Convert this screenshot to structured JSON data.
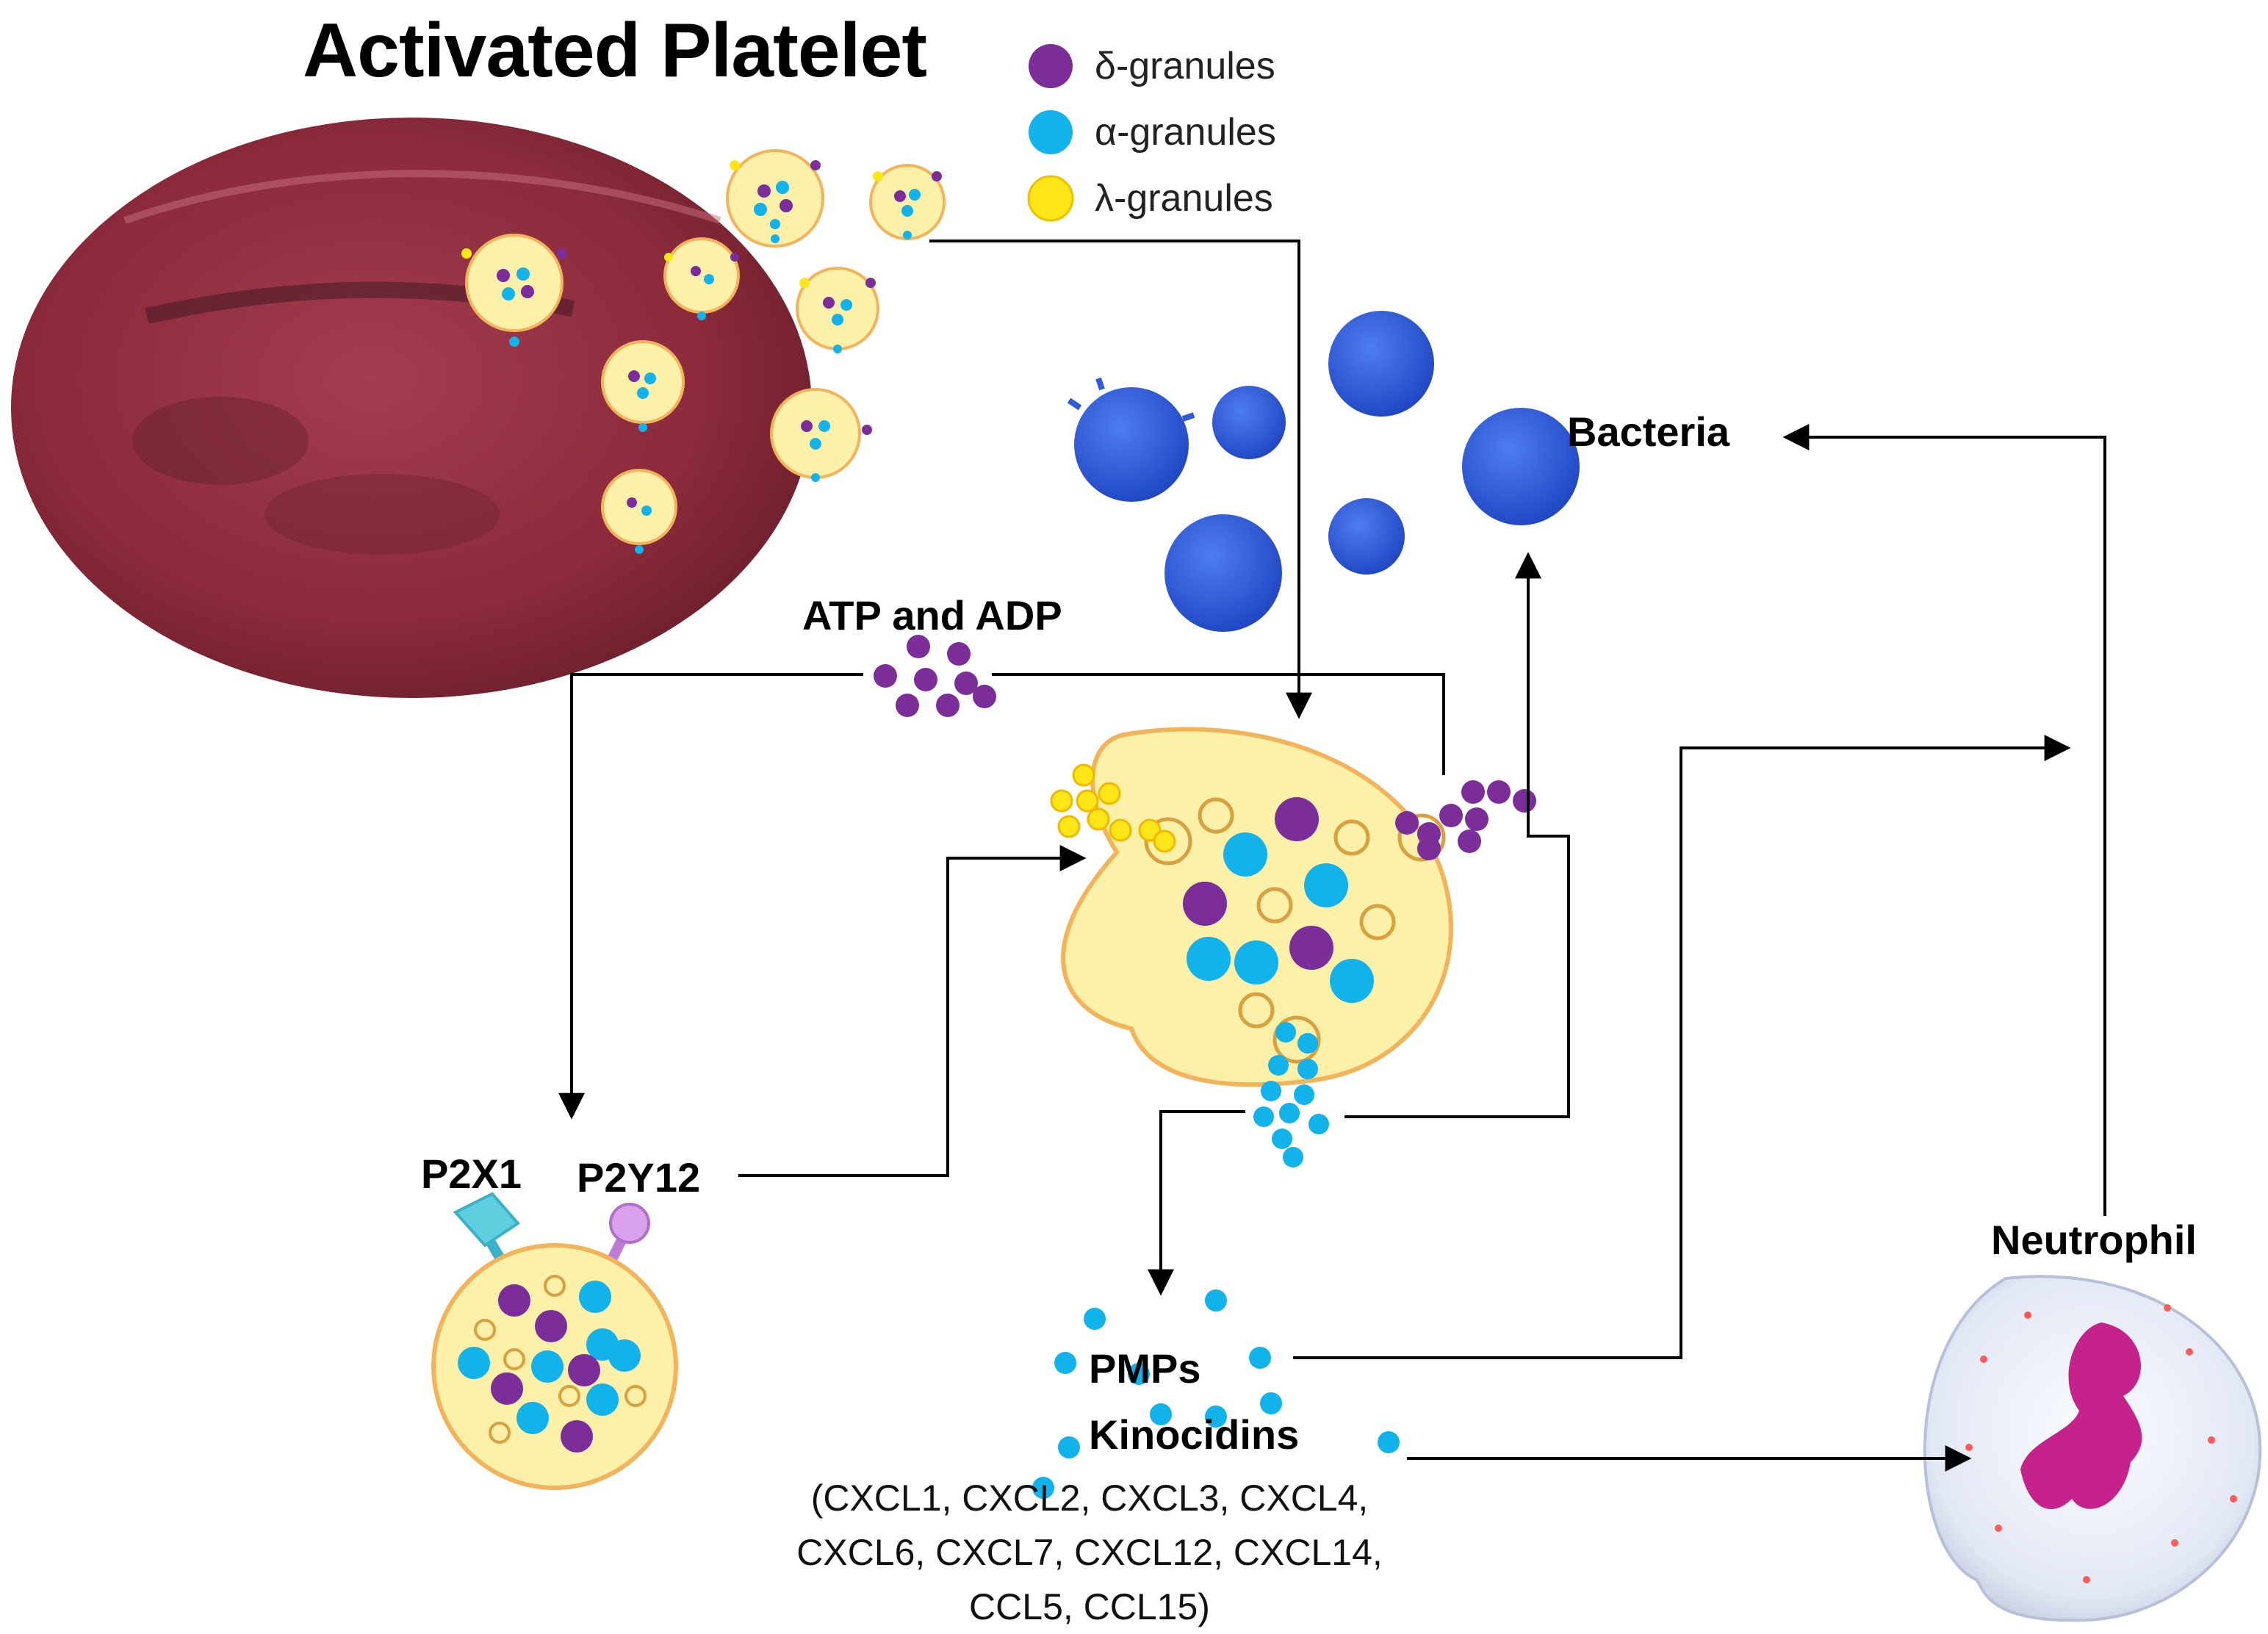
{
  "title": "Activated Platelet",
  "legend": [
    {
      "label": "δ-granules",
      "color": "#7b2d9a"
    },
    {
      "label": "α-granules",
      "color": "#12b2ea"
    },
    {
      "label": "λ-granules",
      "color": "#ffe619"
    }
  ],
  "labels": {
    "atp_adp": "ATP and ADP",
    "bacteria": "Bacteria",
    "p2x1": "P2X1",
    "p2y12": "P2Y12",
    "pmps": "PMPs",
    "kinocidins": "Kinocidins",
    "chemokines_line1": "(CXCL1, CXCL2, CXCL3, CXCL4,",
    "chemokines_line2": "CXCL6, CXCL7, CXCL12, CXCL14,",
    "chemokines_line3": "CCL5, CCL15)",
    "neutrophil": "Neutrophil"
  },
  "colors": {
    "platelet_fill": "#fdf0a8",
    "platelet_border": "#f2b35b",
    "delta": "#7b2d9a",
    "alpha": "#12b2ea",
    "lambda": "#ffe619",
    "bacteria": "#2f5bd8",
    "clot": "#8a2a3a",
    "receptor_p2x1": "#5fcfe0",
    "receptor_p2y12": "#d9a0ec",
    "neutrophil_nucleus": "#c6228c"
  }
}
